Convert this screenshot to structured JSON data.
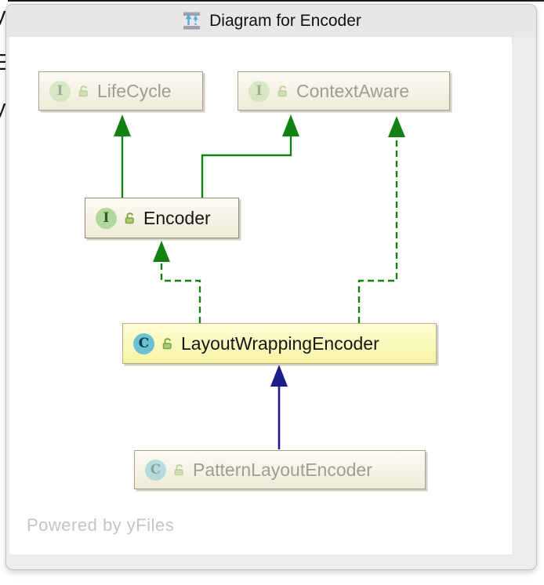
{
  "background": {
    "clipped_text": [
      "y",
      "E",
      "y"
    ]
  },
  "window": {
    "title": "Diagram for Encoder",
    "title_icon": "diagram-icon",
    "watermark": "Powered by yFiles"
  },
  "colors": {
    "popup_bg": "#ececec",
    "titlebar_bg": "#e8e7e7",
    "canvas_bg": "#ffffff",
    "node_cream_top": "#fcfbf3",
    "node_cream_bottom": "#efebd8",
    "node_yellow_top": "#fefdd4",
    "node_yellow_bottom": "#f7f4a6",
    "interface_badge": "#b3d89c",
    "class_badge": "#6cc0d4",
    "lock_green": "#7aa33c",
    "edge_green": "#128212",
    "edge_blue": "#1a1d8c",
    "faded_text": "#9e9d94"
  },
  "diagram": {
    "nodes": [
      {
        "label": "LifeCycle",
        "kind": "interface",
        "badge": "I",
        "visibility": "public",
        "state": "faded"
      },
      {
        "label": "ContextAware",
        "kind": "interface",
        "badge": "I",
        "visibility": "public",
        "state": "faded"
      },
      {
        "label": "Encoder",
        "kind": "interface",
        "badge": "I",
        "visibility": "public",
        "state": "normal"
      },
      {
        "label": "LayoutWrappingEncoder",
        "kind": "class",
        "badge": "C",
        "visibility": "public",
        "state": "highlighted"
      },
      {
        "label": "PatternLayoutEncoder",
        "kind": "class",
        "badge": "C",
        "visibility": "public",
        "state": "faded"
      }
    ],
    "edges": [
      {
        "from": "Encoder",
        "to": "LifeCycle",
        "relation": "extends",
        "line": "solid",
        "color": "#128212"
      },
      {
        "from": "Encoder",
        "to": "ContextAware",
        "relation": "extends",
        "line": "solid",
        "color": "#128212"
      },
      {
        "from": "LayoutWrappingEncoder",
        "to": "Encoder",
        "relation": "implements",
        "line": "dashed",
        "color": "#128212"
      },
      {
        "from": "LayoutWrappingEncoder",
        "to": "ContextAware",
        "relation": "implements",
        "line": "dashed",
        "color": "#128212"
      },
      {
        "from": "PatternLayoutEncoder",
        "to": "LayoutWrappingEncoder",
        "relation": "extends",
        "line": "solid",
        "color": "#1a1d8c"
      }
    ]
  }
}
